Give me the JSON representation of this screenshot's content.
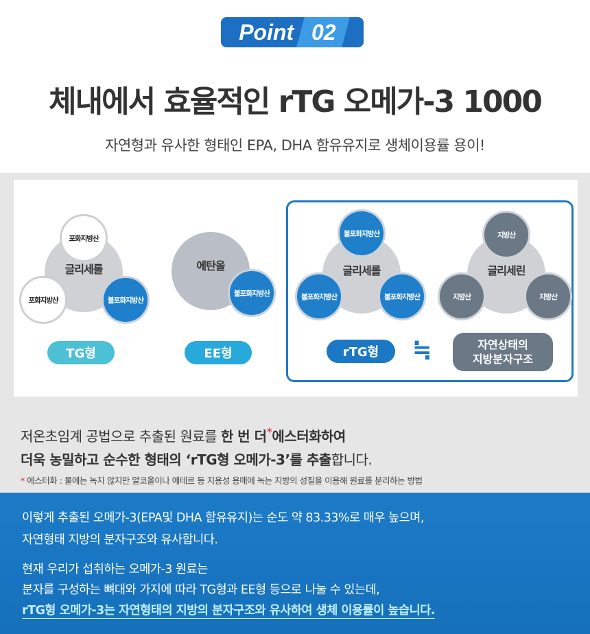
{
  "badge": {
    "word": "Point",
    "number": "02"
  },
  "title": "체내에서 효율적인 rTG 오메가-3 1000",
  "subtitle": "자연형과 유사한 형태인 EPA, DHA 함유유지로 생체이용률 용이!",
  "diagram": {
    "tg": {
      "center": "글리세롤",
      "a": "포화지방산",
      "b": "포화지방산",
      "c": "불포화지방산",
      "label": "TG형"
    },
    "ee": {
      "center": "에탄올",
      "c": "불포화지방산",
      "label": "EE형"
    },
    "rtg": {
      "center": "글리세롤",
      "a": "불포화지방산",
      "b": "불포화지방산",
      "c": "불포화지방산",
      "label": "rTG형"
    },
    "approx": "≒",
    "natural": {
      "center": "글리세린",
      "a": "지방산",
      "b": "지방산",
      "c": "지방산",
      "label1": "자연상태의",
      "label2": "지방분자구조"
    }
  },
  "desc": {
    "line1a": "저온초임계 공법으로 추출된 원료를 ",
    "line1b": "한 번 더",
    "star": "*",
    "line1c": "에스터화하여",
    "line2a": "더욱 농밀하고 순수한 형태의 ‘rTG형 오메가-3’를 추출",
    "line2b": "합니다.",
    "note_star": "*",
    "note": " 에스터화 : 물에는 녹지 않지만 알코올이나 에테르 등 지용성 용매에 녹는 지방의 성질을 이용해 원료를 분리하는 방법"
  },
  "blue": {
    "l1": "이렇게 추출된 오메가-3(EPA및 DHA 함유유지)는 순도 약 83.33%로 매우 높으며,",
    "l2": "자연형태 지방의 분자구조와 유사합니다.",
    "l3": "현재 우리가 섭취하는 오메가-3 원료는",
    "l4": "분자를 구성하는 뼈대와 가지에 따라 TG형과 EE형 등으로 나눌 수 있는데,",
    "l5": "rTG형 오메가-3는 자연형태의 지방의 분자구조와 유사하여 생체 이용률이 높습니다."
  }
}
